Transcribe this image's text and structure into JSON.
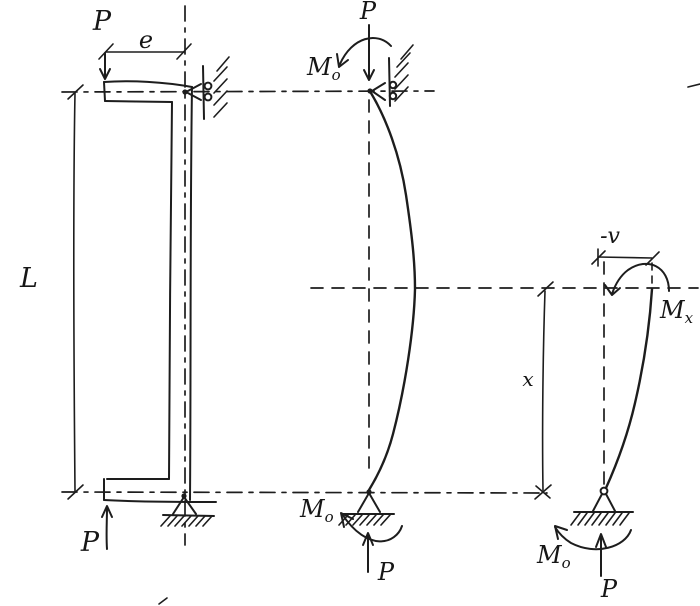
{
  "labels": {
    "left": {
      "load_top": "P",
      "eccentricity": "e",
      "length": "L",
      "load_bottom": "P"
    },
    "middle": {
      "load_top": "P",
      "moment_top": {
        "main": "M",
        "sub": "o"
      },
      "moment_bottom": {
        "main": "M",
        "sub": "o"
      },
      "load_bottom": "P"
    },
    "right": {
      "deflection": "-v",
      "moment_cut": {
        "main": "M",
        "sub": "x"
      },
      "distance": "x",
      "moment_bottom": {
        "main": "M",
        "sub": "o"
      },
      "load_bottom": "P"
    }
  },
  "colors": {
    "ink": "#1d1d1d",
    "paper": "#ffffff"
  }
}
